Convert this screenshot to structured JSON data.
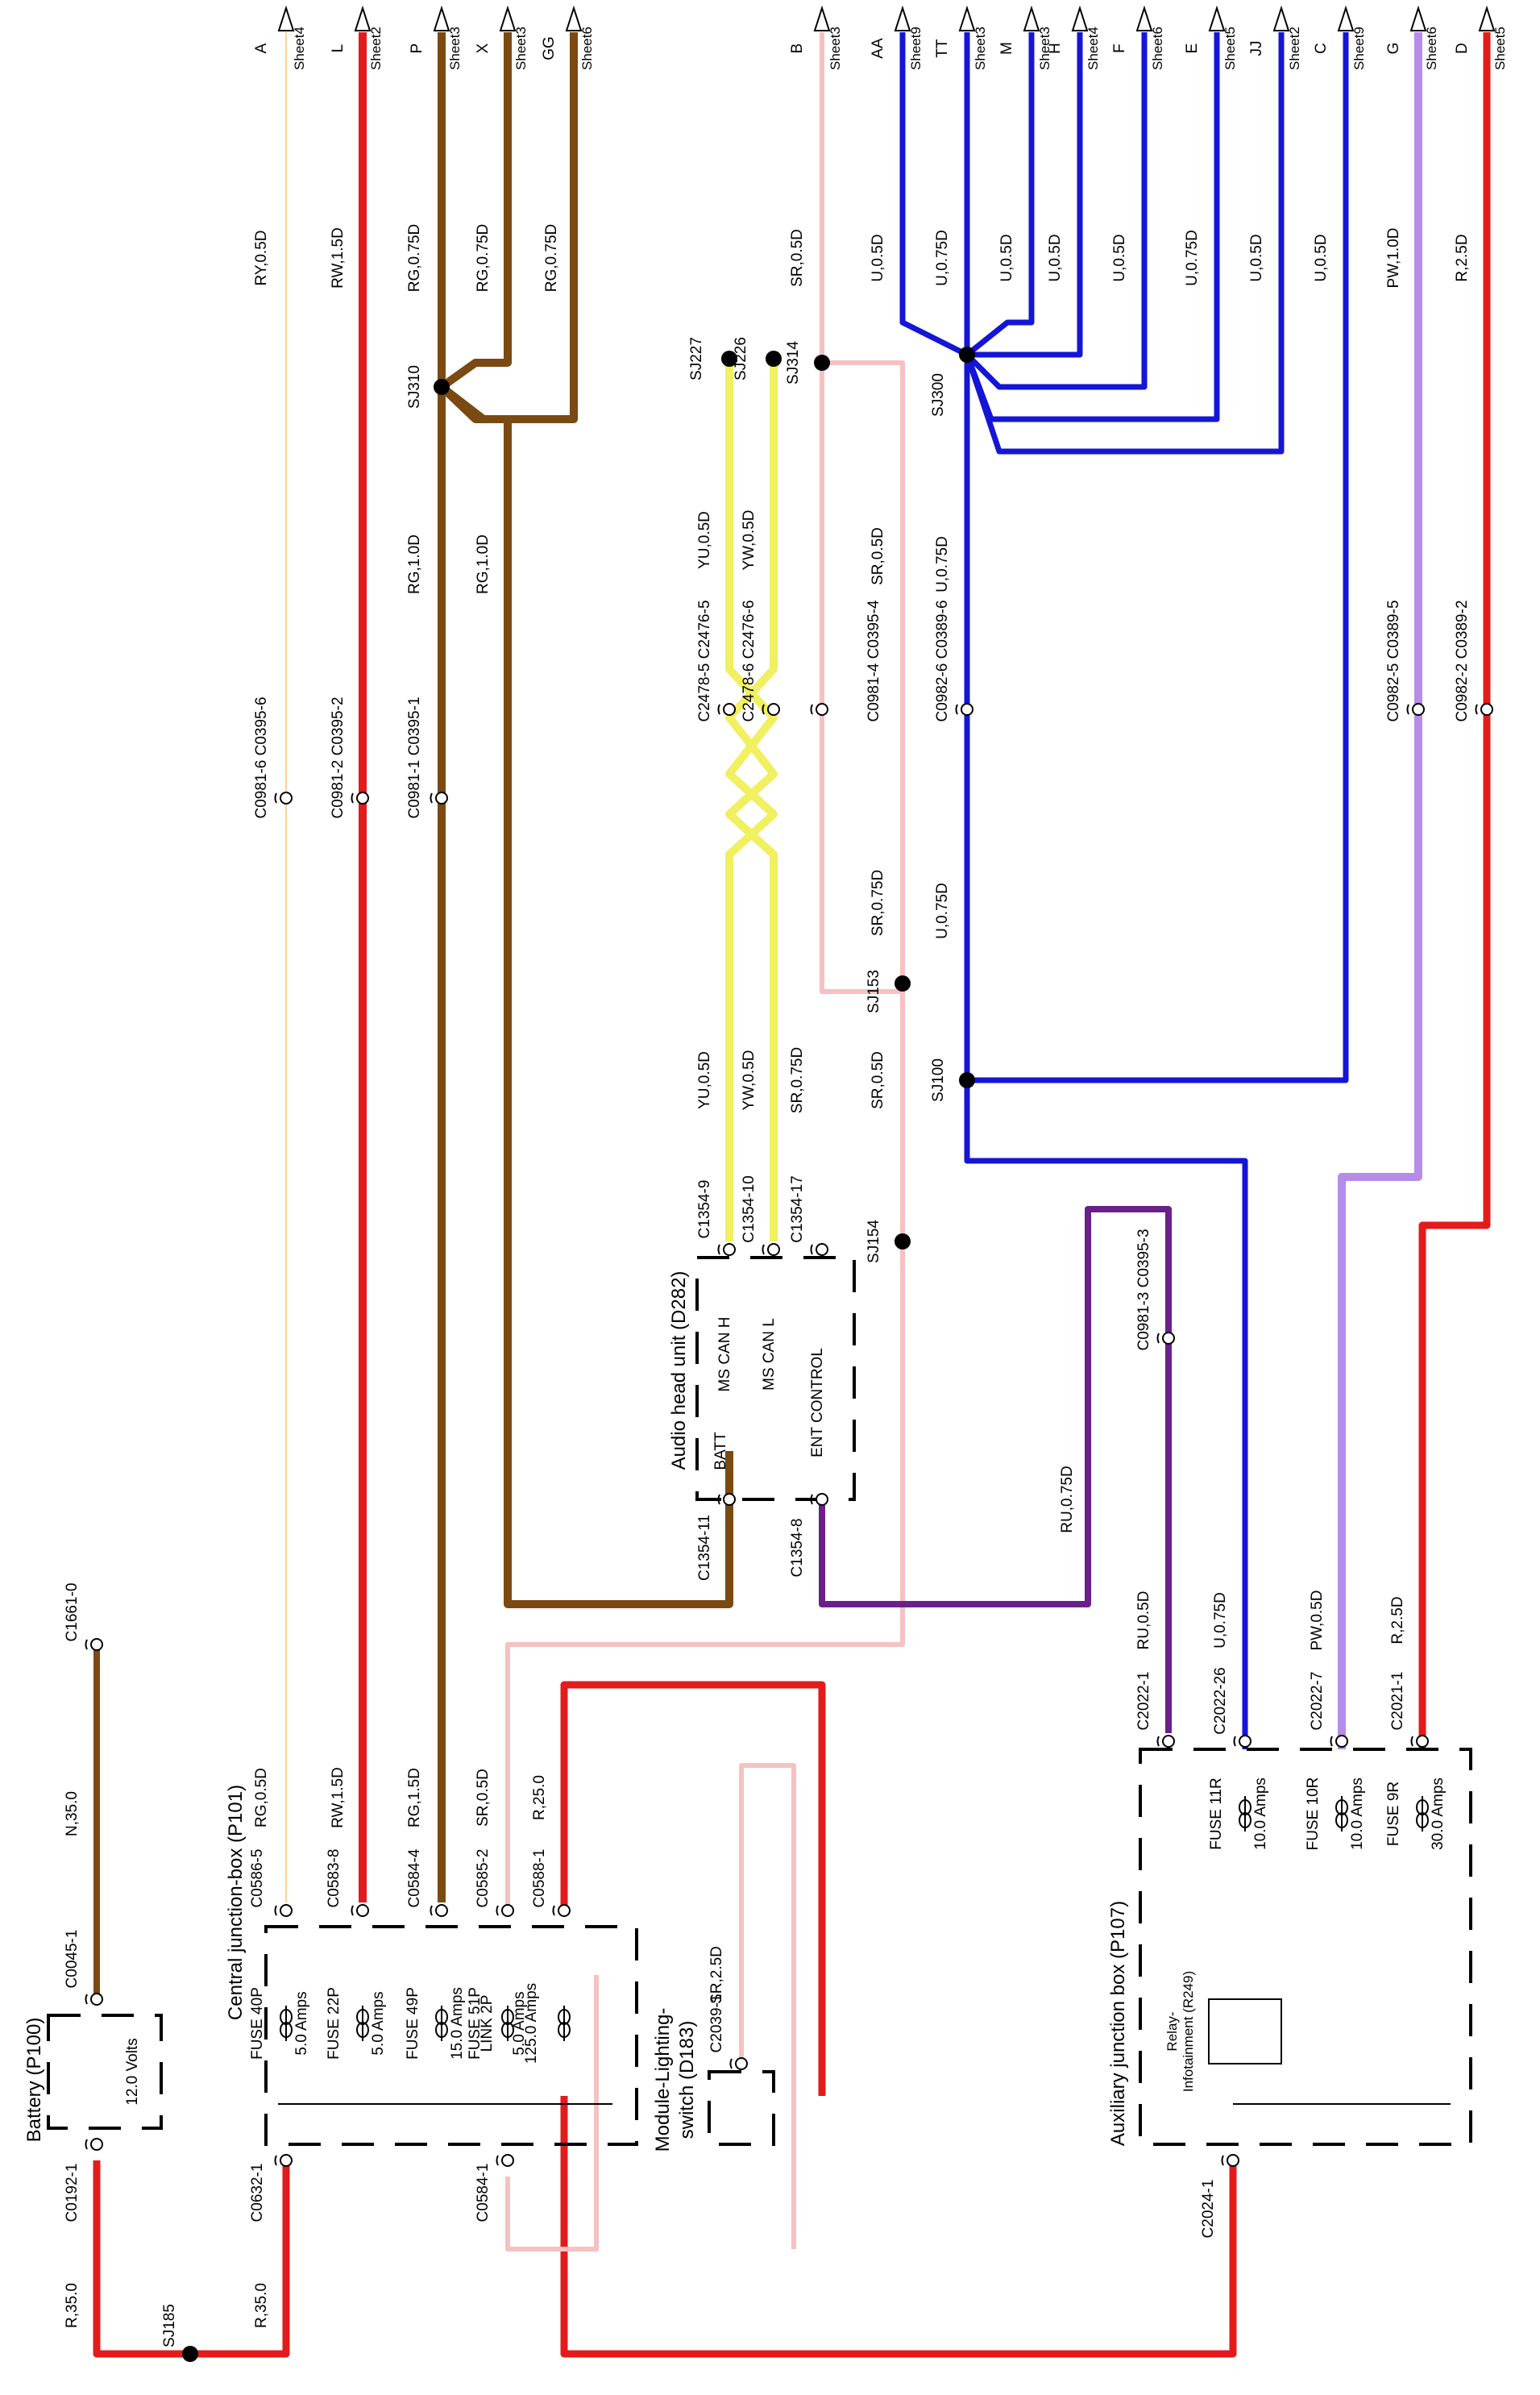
{
  "title": "Audio system power and communication wiring",
  "components": {
    "battery": {
      "name": "Battery (P100)",
      "voltage": "12.0 Volts",
      "plus": "+",
      "minus": "−"
    },
    "central_jb": {
      "name": "Central junction-box (P101)"
    },
    "lighting_switch": {
      "name_line1": "Module-Lighting-",
      "name_line2": "switch (D183)"
    },
    "aux_jb": {
      "name": "Auxiliary junction box (P107)"
    },
    "relay": {
      "name_line1": "Relay-",
      "name_line2": "Infotainment (R249)"
    },
    "audio_head": {
      "name": "Audio head unit (D282)",
      "batt": "BATT",
      "ms_can_h": "MS CAN H",
      "ms_can_l": "MS CAN L",
      "ent_control": "ENT CONTROL"
    }
  },
  "fuses": [
    {
      "id": "fuse40p",
      "name": "FUSE 40P",
      "rating": "5.0 Amps"
    },
    {
      "id": "fuse22p",
      "name": "FUSE 22P",
      "rating": "5.0 Amps"
    },
    {
      "id": "fuse49p",
      "name": "FUSE 49P",
      "rating": "15.0 Amps"
    },
    {
      "id": "fuse51p",
      "name": "FUSE 51P",
      "rating": "5.0 Amps"
    },
    {
      "id": "link2p",
      "name": "LINK 2P",
      "rating": "125.0 Amps"
    },
    {
      "id": "fuse11r",
      "name": "FUSE 11R",
      "rating": "10.0 Amps"
    },
    {
      "id": "fuse10r",
      "name": "FUSE 10R",
      "rating": "10.0 Amps"
    },
    {
      "id": "fuse9r",
      "name": "FUSE 9R",
      "rating": "30.0 Amps"
    }
  ],
  "connectors": {
    "c0192": "C0192-1",
    "c0045": "C0045-1",
    "c1661": "C1661-0",
    "c0632": "C0632-1",
    "c0586": "C0586-5",
    "c0583": "C0583-8",
    "c0584_4": "C0584-4",
    "c0585": "C0585-2",
    "c0588": "C0588-1",
    "c0584_1": "C0584-1",
    "c2039": "C2039-1",
    "c2024": "C2024-1",
    "c2022_1": "C2022-1",
    "c2022_26": "C2022-26",
    "c2022_7": "C2022-7",
    "c2021": "C2021-1",
    "c0981_6": "C0981-6 C0395-6",
    "c0981_2": "C0981-2 C0395-2",
    "c0981_1": "C0981-1 C0395-1",
    "c2478_5": "C2478-5 C2476-5",
    "c2478_6": "C2478-6 C2476-6",
    "c0981_4": "C0981-4 C0395-4",
    "c0982_6": "C0982-6 C0389-6",
    "c0982_5": "C0982-5 C0389-5",
    "c0982_2": "C0982-2 C0389-2",
    "c0981_3": "C0981-3 C0395-3",
    "c1354_11": "C1354-11",
    "c1354_9": "C1354-9",
    "c1354_10": "C1354-10",
    "c1354_17": "C1354-17",
    "c1354_8": "C1354-8"
  },
  "splices": {
    "sj185": "SJ185",
    "sj310": "SJ310",
    "sj227": "SJ227",
    "sj226": "SJ226",
    "sj314": "SJ314",
    "sj300": "SJ300",
    "sj153": "SJ153",
    "sj154": "SJ154",
    "sj100": "SJ100"
  },
  "wire_labels": {
    "r35a": "R,35.0",
    "r35b": "R,35.0",
    "n35": "N,35.0",
    "rg05a": "RG,0.5D",
    "rw15a": "RW,1.5D",
    "rg15a": "RG,1.5D",
    "sr05a": "SR,0.5D",
    "r25a": "R,25.0",
    "sr25": "SR,2.5D",
    "ry05": "RY,0.5D",
    "rw15b": "RW,1.5D",
    "rg075a": "RG,0.75D",
    "rg075b": "RG,0.75D",
    "rg075c": "RG,0.75D",
    "rg10a": "RG,1.0D",
    "rg10b": "RG,1.0D",
    "yu05a": "YU,0.5D",
    "yw05a": "YW,0.5D",
    "yu05b": "YU,0.5D",
    "yw05b": "YW,0.5D",
    "sr075a": "SR,0.75D",
    "sr05b": "SR,0.5D",
    "sr05c": "SR,0.5D",
    "sr05d": "SR,0.5D",
    "sr075b": "SR,0.75D",
    "u05a": "U,0.5D",
    "u075a": "U,0.75D",
    "u05b": "U,0.5D",
    "u05c": "U,0.5D",
    "u05d": "U,0.5D",
    "u075b": "U,0.75D",
    "u05e": "U,0.5D",
    "u05f": "U,0.5D",
    "u075c": "U,0.75D",
    "u075d": "U,0.75D",
    "u075e": "U,0.75D",
    "pw10": "PW,1.0D",
    "r25b": "R,2.5D",
    "ru075": "RU,0.75D",
    "ru05": "RU,0.5D",
    "pw05": "PW,0.5D",
    "r25c": "R,2.5D"
  },
  "outputs": [
    {
      "id": "A",
      "sheet": "Sheet4"
    },
    {
      "id": "L",
      "sheet": "Sheet2"
    },
    {
      "id": "P",
      "sheet": "Sheet3"
    },
    {
      "id": "X",
      "sheet": "Sheet3"
    },
    {
      "id": "GG",
      "sheet": "Sheet6"
    },
    {
      "id": "B",
      "sheet": "Sheet3"
    },
    {
      "id": "AA",
      "sheet": "Sheet9"
    },
    {
      "id": "TT",
      "sheet": "Sheet3"
    },
    {
      "id": "M",
      "sheet": "Sheet3"
    },
    {
      "id": "H",
      "sheet": "Sheet4"
    },
    {
      "id": "F",
      "sheet": "Sheet6"
    },
    {
      "id": "E",
      "sheet": "Sheet5"
    },
    {
      "id": "JJ",
      "sheet": "Sheet2"
    },
    {
      "id": "C",
      "sheet": "Sheet9"
    },
    {
      "id": "G",
      "sheet": "Sheet6"
    },
    {
      "id": "D",
      "sheet": "Sheet5"
    }
  ],
  "wire_colors": {
    "red": "#e31b1b",
    "brown": "#7a4a12",
    "orange": "#f5a623",
    "yellow_tx": "#f0f060",
    "green": "#2e7d1e",
    "blue": "#1515d6",
    "violet": "#b58ce8",
    "purple": "#6a1f8a",
    "pink_light": "#f6c1c1",
    "white": "#ffffff",
    "black": "#000000"
  }
}
